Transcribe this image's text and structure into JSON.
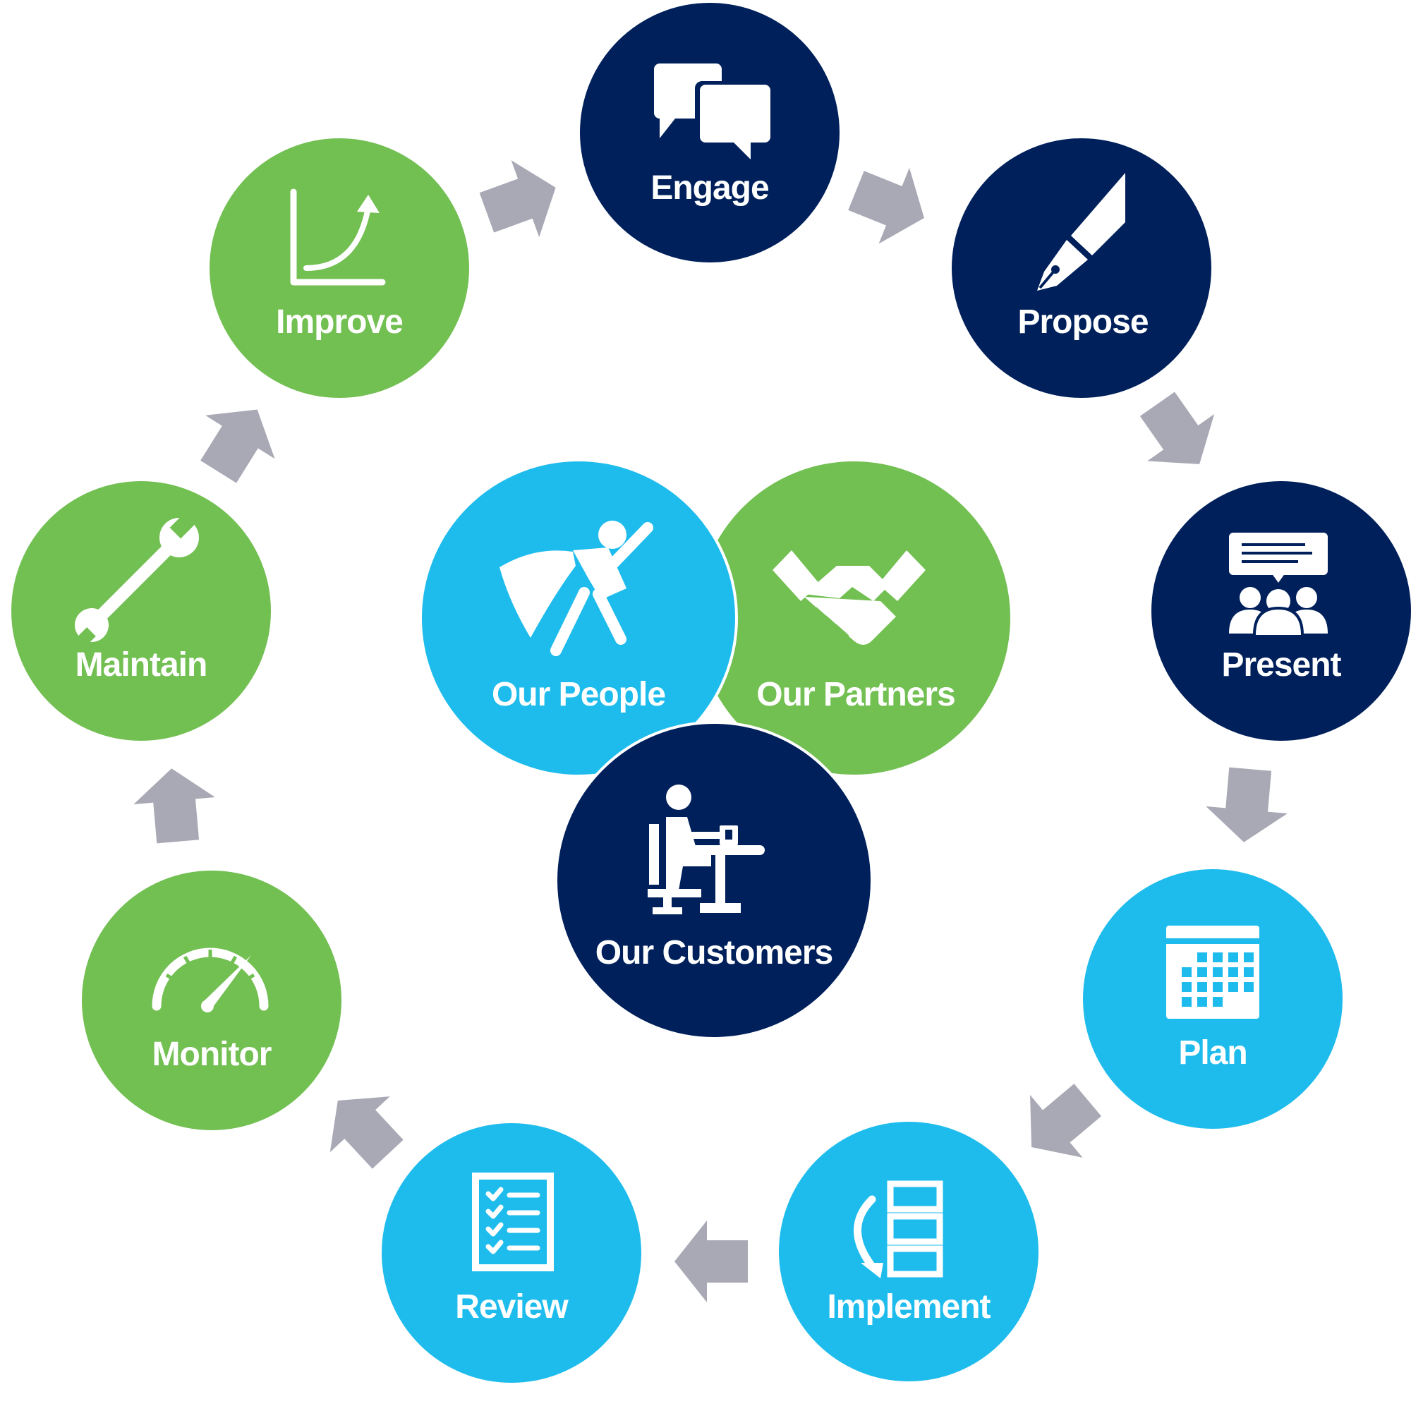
{
  "colors": {
    "navy": "#00205b",
    "green": "#72bf52",
    "blue": "#1ebcec",
    "arrow": "#a8a9b5",
    "text": "#ffffff"
  },
  "cycle": [
    {
      "label": "Engage",
      "icon": "speech-bubbles-icon",
      "color": "#00205b"
    },
    {
      "label": "Propose",
      "icon": "fountain-pen-icon",
      "color": "#00205b"
    },
    {
      "label": "Present",
      "icon": "presentation-audience-icon",
      "color": "#00205b"
    },
    {
      "label": "Plan",
      "icon": "calendar-icon",
      "color": "#1ebcec"
    },
    {
      "label": "Implement",
      "icon": "implementation-steps-icon",
      "color": "#1ebcec"
    },
    {
      "label": "Review",
      "icon": "checklist-icon",
      "color": "#1ebcec"
    },
    {
      "label": "Monitor",
      "icon": "speedometer-icon",
      "color": "#72bf52"
    },
    {
      "label": "Maintain",
      "icon": "wrench-icon",
      "color": "#72bf52"
    },
    {
      "label": "Improve",
      "icon": "growth-curve-icon",
      "color": "#72bf52"
    }
  ],
  "center": [
    {
      "label": "Our People",
      "icon": "superhero-icon",
      "color": "#1ebcec"
    },
    {
      "label": "Our Partners",
      "icon": "handshake-icon",
      "color": "#72bf52"
    },
    {
      "label": "Our Customers",
      "icon": "customer-at-desk-icon",
      "color": "#00205b"
    }
  ]
}
